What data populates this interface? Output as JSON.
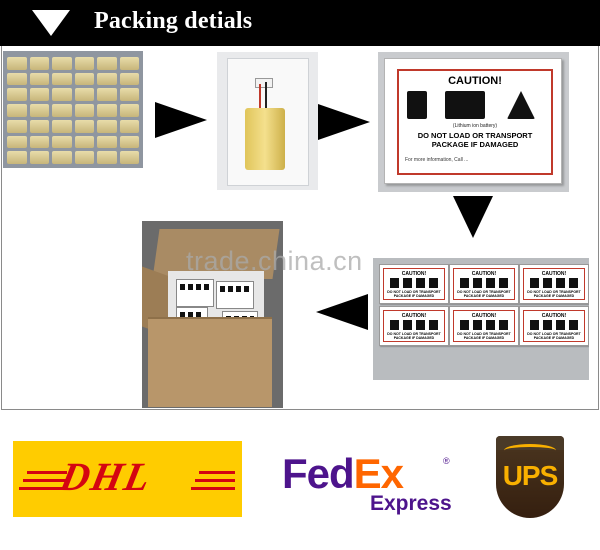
{
  "header": {
    "title": "Packing detials"
  },
  "caution_label": {
    "title": "CAUTION!",
    "subtitle": "(Lithium ion battery)",
    "hazard_caption": "IF DAMAGED",
    "warning_line1": "DO NOT LOAD OR TRANSPORT",
    "warning_line2": "PACKAGE IF DAMAGED",
    "info": "For more information, Call ..."
  },
  "watermark": "trade.china.cn",
  "logos": {
    "dhl": "DHL",
    "fedex_fed": "Fed",
    "fedex_ex": "Ex",
    "fedex_express": "Express",
    "fedex_reg": "®",
    "ups": "UPS"
  },
  "colors": {
    "dhl_yellow": "#ffcc00",
    "dhl_red": "#d40511",
    "fedex_purple": "#4d148c",
    "fedex_orange": "#ff6600",
    "ups_brown": "#351f0f",
    "ups_gold": "#f9b000"
  }
}
